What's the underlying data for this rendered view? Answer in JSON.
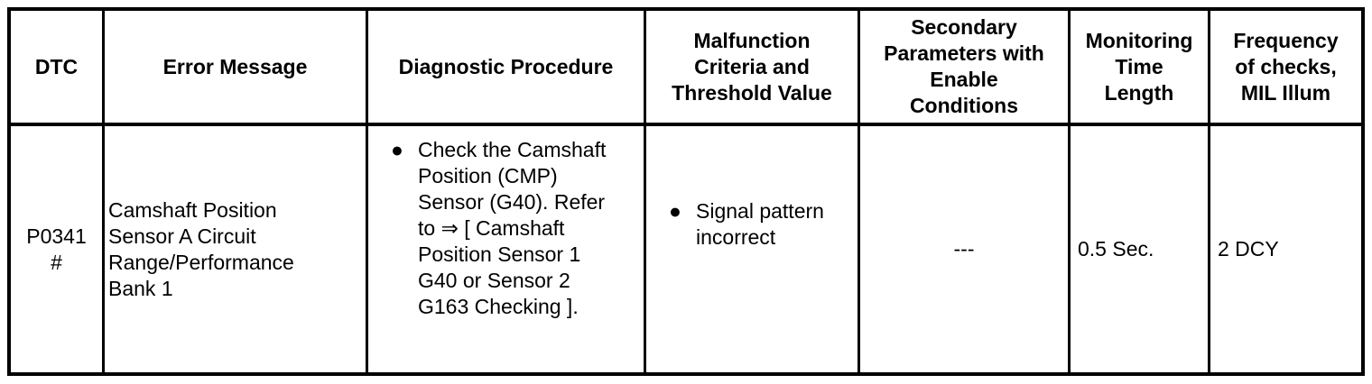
{
  "table": {
    "colors": {
      "border": "#000000",
      "background": "#ffffff",
      "text": "#000000"
    },
    "headers": [
      {
        "id": "dtc",
        "lines": [
          "DTC"
        ]
      },
      {
        "id": "error-message",
        "lines": [
          "Error Message"
        ]
      },
      {
        "id": "diagnostic-procedure",
        "lines": [
          "Diagnostic Procedure"
        ]
      },
      {
        "id": "malfunction-criteria",
        "lines": [
          "Malfunction",
          "Criteria and",
          "Threshold Value"
        ]
      },
      {
        "id": "secondary-parameters",
        "lines": [
          "Secondary",
          "Parameters with",
          "Enable",
          "Conditions"
        ]
      },
      {
        "id": "monitoring-time",
        "lines": [
          "Monitoring",
          "Time",
          "Length"
        ]
      },
      {
        "id": "frequency",
        "lines": [
          "Frequency",
          "of checks,",
          "MIL Illum"
        ]
      }
    ],
    "row": {
      "dtc": {
        "lines": [
          "P0341",
          "#"
        ]
      },
      "error_message": {
        "lines": [
          "Camshaft Position",
          "Sensor A Circuit",
          "Range/Performance",
          "Bank 1"
        ]
      },
      "diagnostic_procedure": {
        "bullet": "●",
        "lines": [
          "Check the Camshaft",
          "Position (CMP)",
          "Sensor (G40). Refer",
          "to ⇒ [ Camshaft",
          "Position Sensor 1",
          "G40 or Sensor 2",
          "G163 Checking ]."
        ]
      },
      "malfunction_criteria": {
        "bullet": "●",
        "lines": [
          "Signal pattern",
          "incorrect"
        ]
      },
      "secondary_parameters": "---",
      "monitoring_time": "0.5 Sec.",
      "frequency": "2 DCY"
    }
  }
}
